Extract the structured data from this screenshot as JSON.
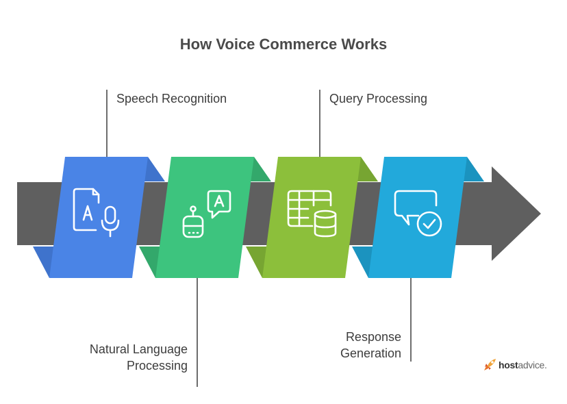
{
  "title": "How Voice Commerce Works",
  "steps": [
    {
      "label_lines": [
        "Speech Recognition"
      ],
      "color": "#4a84e6",
      "fold_color": "#3f73cc",
      "icon": "document-microphone-icon"
    },
    {
      "label_lines": [
        "Natural Language",
        "Processing"
      ],
      "color": "#3dc47e",
      "fold_color": "#33a86b",
      "icon": "robot-speech-bubble-icon"
    },
    {
      "label_lines": [
        "Query Processing"
      ],
      "color": "#8cbf3b",
      "fold_color": "#77a532",
      "icon": "table-database-icon"
    },
    {
      "label_lines": [
        "Response",
        "Generation"
      ],
      "color": "#22a9db",
      "fold_color": "#1b93bf",
      "icon": "chat-bubble-check-icon"
    }
  ],
  "arrow_color": "#5f5f5f",
  "logo": {
    "text_bold": "host",
    "text_regular": "advice",
    "suffix": "."
  }
}
